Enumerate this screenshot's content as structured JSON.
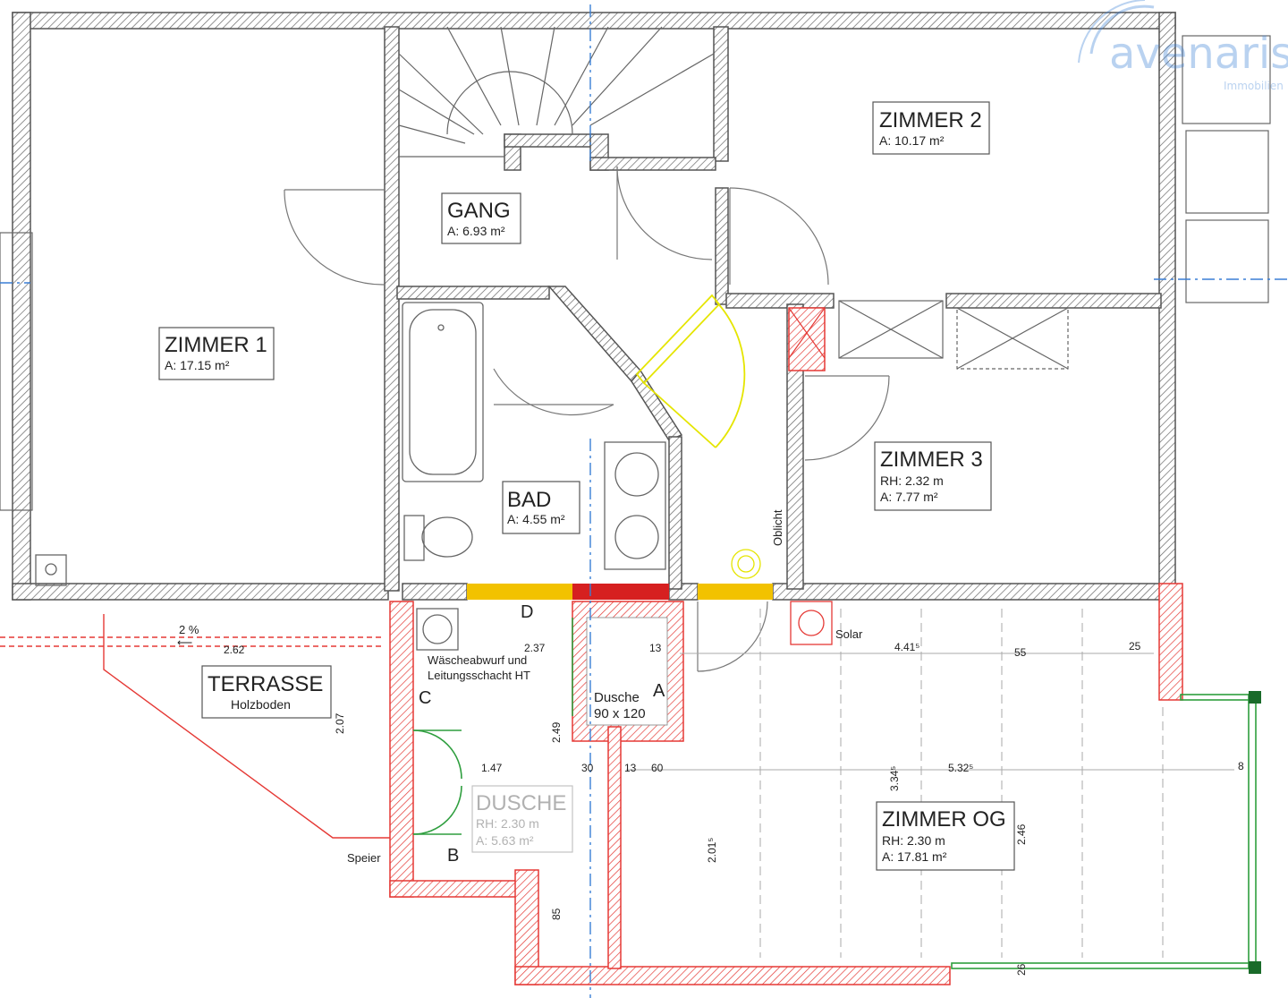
{
  "watermark": {
    "brand": "avenaris",
    "tagline": "Immobilien"
  },
  "rooms": {
    "zimmer1": {
      "name": "ZIMMER 1",
      "area": "A: 17.15 m²"
    },
    "zimmer2": {
      "name": "ZIMMER 2",
      "area": "A: 10.17 m²"
    },
    "gang": {
      "name": "GANG",
      "area": "A: 6.93 m²"
    },
    "bad": {
      "name": "BAD",
      "area": "A: 4.55 m²"
    },
    "zimmer3": {
      "name": "ZIMMER 3",
      "height": "RH: 2.32 m",
      "area": "A: 7.77 m²"
    },
    "terrasse": {
      "name": "TERRASSE",
      "floor": "Holzboden"
    },
    "dusche": {
      "name": "DUSCHE",
      "height": "RH: 2.30 m",
      "area": "A: 5.63 m²"
    },
    "zimmer_og": {
      "name": "ZIMMER OG",
      "height": "RH: 2.30 m",
      "area": "A: 17.81 m²"
    }
  },
  "annotations": {
    "slope": "2 %",
    "oblicht": "Oblicht",
    "solar": "Solar",
    "speier": "Speier",
    "waesche_line1": "Wäscheabwurf und",
    "waesche_line2": "Leitungsschacht HT",
    "dusche_small": "Dusche",
    "dusche_size": "90 x 120",
    "point_a": "A",
    "point_b": "B",
    "point_c": "C",
    "point_d": "D"
  },
  "dimensions": [
    "2.62",
    "2.37",
    "13",
    "4.41⁵",
    "55",
    "25",
    "2.07",
    "2.49",
    "1.47",
    "30",
    "13",
    "60",
    "3.34⁵",
    "5.32⁵",
    "2.46",
    "2.01⁵",
    "8",
    "85",
    "26"
  ],
  "colors": {
    "wall": "#555555",
    "new_wall": "#e53935",
    "door_new": "#e5e500",
    "marker_yellow": "#f2c200",
    "marker_red": "#d62020",
    "window_green": "#2e9e3e",
    "axis_blue": "#3a7fd5"
  }
}
